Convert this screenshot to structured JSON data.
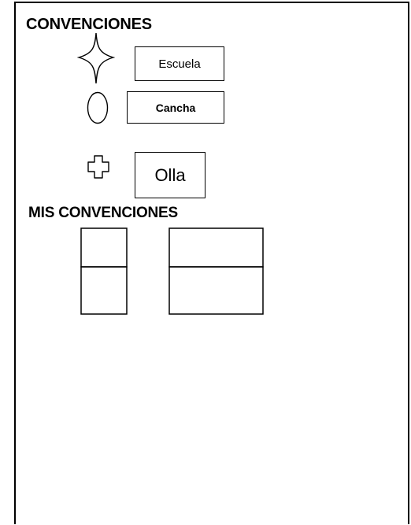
{
  "headings": {
    "conventions": "CONVENCIONES",
    "my_conventions": "MIS CONVENCIONES"
  },
  "legend": {
    "school": {
      "icon": "star-icon",
      "label": "Escuela"
    },
    "field": {
      "icon": "oval-icon",
      "label": "Cancha"
    },
    "pot": {
      "icon": "cross-icon",
      "label": "Olla"
    }
  },
  "colors": {
    "stroke": "#000000",
    "background": "#ffffff"
  }
}
